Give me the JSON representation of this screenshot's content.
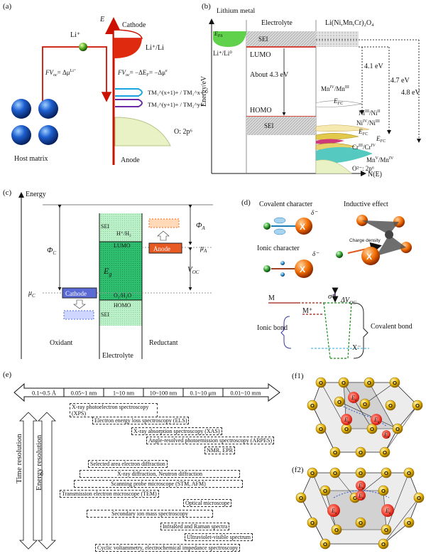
{
  "panel_a": {
    "label": "(a)",
    "energy_axis": "E",
    "li_ion": "Li⁺",
    "cathode": "Cathode",
    "li_redox": "Li⁺/Li",
    "fv_left": "FV",
    "fv_left_sub": "oc",
    "fv_left_eq": "= Δμ",
    "fv_left_sup": "Li⁺",
    "fv_right": "FV",
    "fv_right_sub": "oc",
    "fv_right_eq": "= −ΔE",
    "fv_right_sub2": "F",
    "fv_right_eq2": "= −Δμ",
    "fv_right_sup": "e",
    "tm1": "TM₁^(x+1)+ / TM₁^x+",
    "tm2": "TM₁^(y+1)+ / TM₂^y+",
    "o2p": "O: 2p⁶",
    "host": "Host matrix",
    "anode": "Anode"
  },
  "panel_b": {
    "label": "(b)",
    "lithium_metal": "Lithium metal",
    "electrolyte": "Electrolyte",
    "compound": "Li(Ni,Mn,Cr)₂O₄",
    "efa": "E",
    "efa_sub": "FA",
    "sei_top": "SEI",
    "li_li0": "Li⁺/Li⁰",
    "lumo": "LUMO",
    "about": "About 4.3 eV",
    "homo": "HOMO",
    "sei_bot": "SEI",
    "ylabel": "Energy/eV",
    "xlabel": "N(E)",
    "v41": "4.1 eV",
    "v47": "4.7 eV",
    "v48": "4.8 eV",
    "mn": "Mn",
    "mn_sup": "IV",
    "mn_sep": "/Mn",
    "mn_sup2": "III",
    "efc": "E",
    "efc_sub": "FC",
    "ni1": "Ni",
    "ni1_sup": "III",
    "ni1_sep": "/Ni",
    "ni1_sup2": "II",
    "ni2": "Ni",
    "ni2_sup": "IV",
    "ni2_sep": "/Ni",
    "ni2_sup2": "III",
    "cr": "Cr",
    "cr_sup": "III",
    "cr_sep": "/Cr",
    "cr_sup2": "IV",
    "mnv": "Mn",
    "mnv_sup": "V",
    "mnv_sep": "/Mn",
    "mnv_sup2": "IV",
    "o2": "O²⁻: 2p⁶"
  },
  "panel_c": {
    "label": "(c)",
    "energy": "Energy",
    "sei1": "SEI",
    "h": "H⁺/H₂",
    "lumo": "LUMO",
    "phi_a": "Φ",
    "phi_a_sub": "A",
    "anode": "Anode",
    "mu_a": "μ",
    "mu_a_sub": "A",
    "phi_c": "Φ",
    "phi_c_sub": "C",
    "eg": "E",
    "eg_sub": "g",
    "voc": "V",
    "voc_sub": "OC",
    "mu_c": "μ",
    "mu_c_sub": "C",
    "cathode": "Cathode",
    "o2": "O₂/H₂O",
    "homo": "HOMO",
    "sei2": "SEI",
    "oxidant": "Oxidant",
    "electrolyte": "Electrolyte",
    "reductant": "Reductant"
  },
  "panel_d": {
    "label": "(d)",
    "covalent": "Covalent character",
    "inductive": "Inductive effect",
    "ionic": "Ionic character",
    "charge_density": "Charge density",
    "m": "M",
    "x": "X",
    "delta": "δ⁻",
    "sigma": "σ*",
    "dv": "ΔV",
    "dv_sub": "OC",
    "mplus": "M⁺",
    "ionic_bond": "Ionic bond",
    "covalent_bond": "Covalent bond",
    "xminus": "X⁻"
  },
  "panel_e": {
    "label": "(e)",
    "scale": [
      "0.1~0.5 Å",
      "0.05~1 nm",
      "1~10 nm",
      "10~100 nm",
      "0.1~10 μm",
      "0.01~10 mm"
    ],
    "time_res": "Time resolution",
    "energy_res": "Energy resolution",
    "techniques": [
      "X-ray photoelectron spectroscopy (XPS)",
      "Electron energy loss spectroscopy (ELS)",
      "X-ray absorption spectroscopy (XAS)",
      "Angle-resolved photoemission spectroscopy (ARPES)",
      "NMR, EPR",
      "Selected area electron diffraction",
      "X-ray diffraction, Neutron diffraction",
      "Scanning probe microscope (STM, AFM)",
      "Transmission electron microscope (TEM)",
      "Optical microscope",
      "Secondary ion mass spectroscopy",
      "InfraRed and Raman spectra",
      "Ultraviolet-visible spectrum",
      "Cyclic voltammetry, electrochemical impedance spectroscopy"
    ]
  },
  "panel_f": {
    "f1": "(f1)",
    "f2": "(f2)",
    "o": "O",
    "ea": "E",
    "ea_sub": "a",
    "colors": {
      "oxygen": "#e8b400",
      "site": "#e0302a"
    }
  }
}
